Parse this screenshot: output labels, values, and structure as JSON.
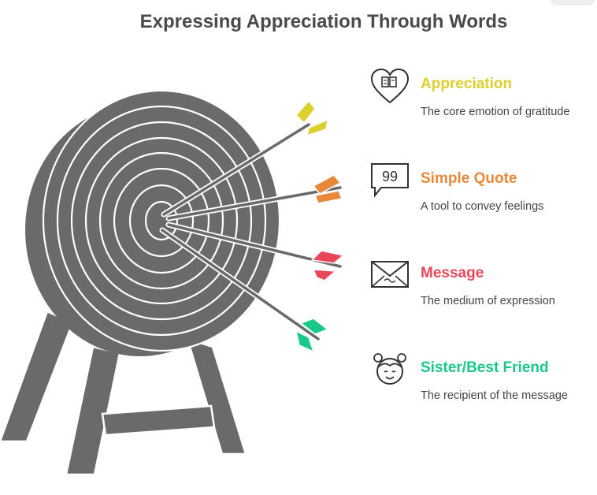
{
  "title": "Expressing Appreciation Through Words",
  "items": [
    {
      "label": "Appreciation",
      "description": "The core emotion of gratitude",
      "icon": "heart-book-icon",
      "color": "#dccf2e"
    },
    {
      "label": "Simple Quote",
      "description": "A tool to convey feelings",
      "icon": "quote-bubble-icon",
      "color": "#e8893a"
    },
    {
      "label": "Message",
      "description": "The medium of expression",
      "icon": "envelope-icon",
      "color": "#e9485a"
    },
    {
      "label": "Sister/Best Friend",
      "description": "The recipient of the message",
      "icon": "girl-face-icon",
      "color": "#19c98a"
    }
  ],
  "colors": {
    "target": "#6a6a6a",
    "ring": "#ffffff",
    "title": "#4a4a4a"
  }
}
